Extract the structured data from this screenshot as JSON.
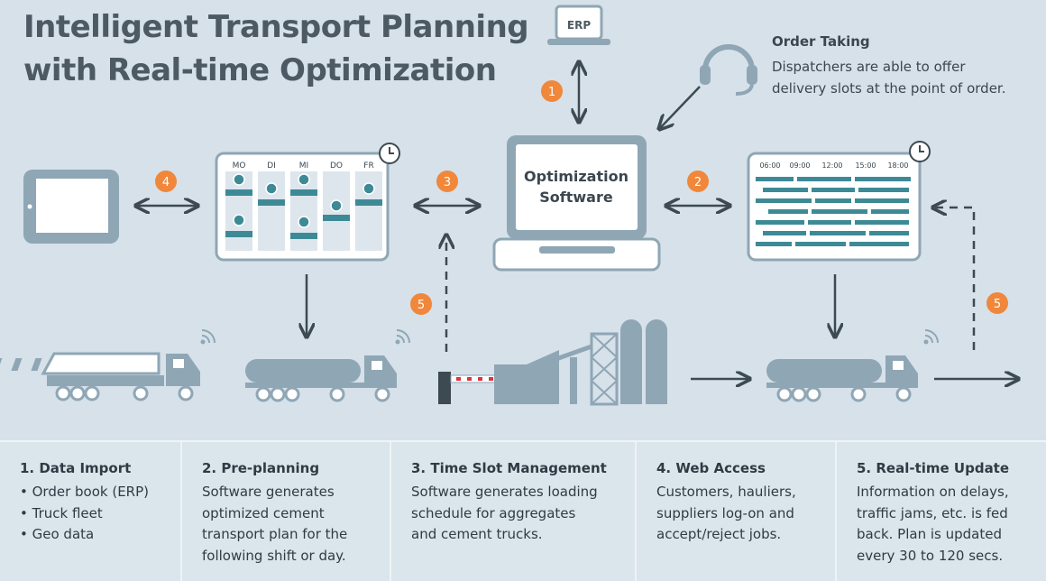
{
  "header": {
    "title_line1": "Intelligent Transport Planning",
    "title_line2": "with Real-time Optimization"
  },
  "order_taking": {
    "title": "Order Taking",
    "line1": "Dispatchers are able to offer",
    "line2": "delivery slots at the point of order."
  },
  "erp_label": "ERP",
  "software": {
    "line1": "Optimization",
    "line2": "Software"
  },
  "days": [
    "MO",
    "DI",
    "MI",
    "DO",
    "FR"
  ],
  "times": [
    "06:00",
    "09:00",
    "12:00",
    "15:00",
    "18:00"
  ],
  "badges": [
    "1",
    "2",
    "3",
    "4",
    "5",
    "5"
  ],
  "colors": {
    "background": "#d6e1ea",
    "accent_orange": "#f0873a",
    "teal": "#3d8a96",
    "device_gray": "#8fa6b5",
    "arrow": "#3d4a52"
  },
  "steps": [
    {
      "title": "1. Data Import",
      "bullets": [
        "Order book (ERP)",
        "Truck fleet",
        "Geo data"
      ]
    },
    {
      "title": "2. Pre-planning",
      "lines": [
        "Software generates",
        "optimized cement",
        "transport plan for the",
        "following shift or day."
      ]
    },
    {
      "title": "3. Time Slot Management",
      "lines": [
        "Software generates loading",
        "schedule for aggregates",
        "and cement trucks."
      ]
    },
    {
      "title": "4. Web Access",
      "lines": [
        "Customers, hauliers,",
        "suppliers log-on and",
        "accept/reject jobs."
      ]
    },
    {
      "title": "5. Real-time Update",
      "lines": [
        "Information on delays,",
        "traffic jams, etc. is fed",
        "back. Plan is updated",
        "every 30 to 120 secs."
      ]
    }
  ]
}
